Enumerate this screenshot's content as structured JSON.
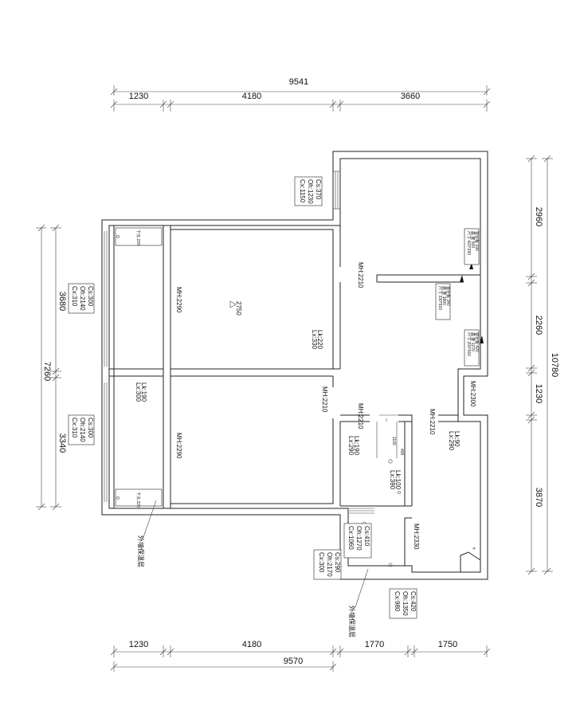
{
  "dimensions": {
    "top_total": "9541",
    "top_segments": [
      "1230",
      "4180",
      "3660"
    ],
    "bottom_total": "9570",
    "bottom_segments": [
      "1230",
      "4180",
      "1770",
      "1750"
    ],
    "left_total": "7260",
    "left_segments": [
      "3680",
      "3340"
    ],
    "right_total": "10780",
    "right_segments": [
      "2960",
      "2260",
      "1230",
      "3870"
    ]
  },
  "wall_heights": [
    "MH:2290",
    "MH:2290",
    "MH:2210",
    "MH:2210",
    "MH:2210",
    "MH:2210",
    "MH:2300",
    "MH:2330"
  ],
  "level_mark": "2750",
  "openings": [
    [
      "Cs:370",
      "Oh:1230",
      "Cx:1150"
    ],
    [
      "Cs:300",
      "Oh:2140",
      "Cx:310"
    ],
    [
      "Cs:300",
      "Oh:2140",
      "Cx:310"
    ],
    [
      "Cs:410",
      "Oh:1270",
      "Cx:1060"
    ],
    [
      "Cs:290",
      "Oh:2170",
      "Cx:300"
    ],
    [
      "Cs:420",
      "Oh:1350",
      "Cx:980"
    ]
  ],
  "beams": [
    [
      "Lk:220",
      "Lx:330"
    ],
    [
      "Lk:190",
      "Lx:300"
    ],
    [
      "Lk:190",
      "Lx:290"
    ],
    [
      "Lk:100",
      "Lx:390"
    ],
    [
      "Lk:90",
      "Lx:290"
    ]
  ],
  "cabinet_notes": [
    [
      "窗台板 190",
      "高 度 500",
      "尺寸 420*200"
    ],
    [
      "窗台板 340",
      "高 度 1800",
      "尺寸 330*910"
    ],
    [
      "窗台板 420",
      "高 度 1270",
      "尺寸 200*910"
    ]
  ],
  "fixture_notes": [
    "1100",
    "400"
  ],
  "side_marks": [
    "下沉 220",
    "下沉 220"
  ],
  "leaders": [
    "外墙保温层",
    "外墙保温层"
  ]
}
